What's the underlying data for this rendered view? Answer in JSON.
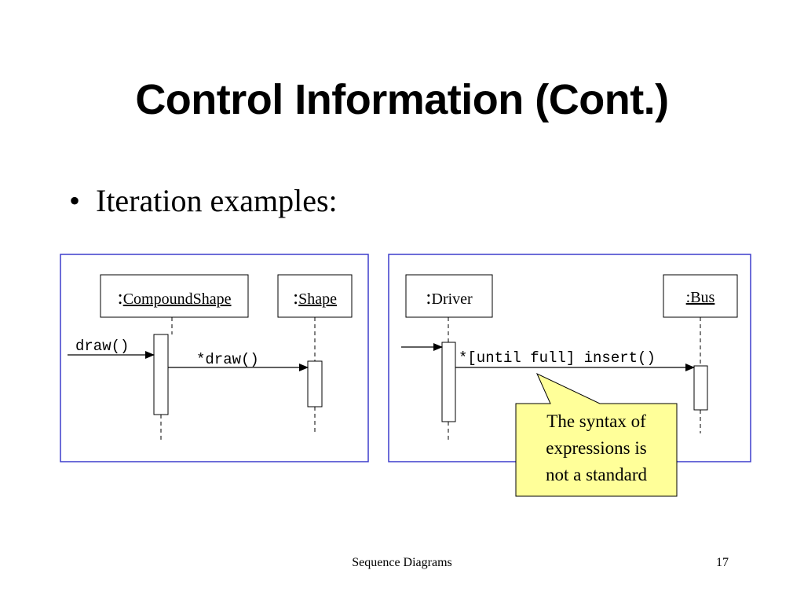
{
  "slide": {
    "title": "Control Information (Cont.)",
    "bullet": "Iteration examples:",
    "footer_title": "Sequence Diagrams",
    "page_number": "17"
  },
  "diagram_left": {
    "objects": [
      {
        "colon": ":",
        "name": "CompoundShape"
      },
      {
        "colon": ":",
        "name": "Shape"
      }
    ],
    "messages": [
      "draw()",
      "*draw()"
    ]
  },
  "diagram_right": {
    "objects": [
      {
        "colon": ":",
        "name": "Driver"
      },
      {
        "colon": "",
        "name": ":Bus"
      }
    ],
    "messages": [
      "*[until full] insert()"
    ]
  },
  "callout": {
    "lines": [
      "The syntax of",
      "expressions is",
      "not a standard"
    ]
  },
  "colors": {
    "frame_border": "#3d3dcc",
    "callout_fill": "#ffff99"
  }
}
